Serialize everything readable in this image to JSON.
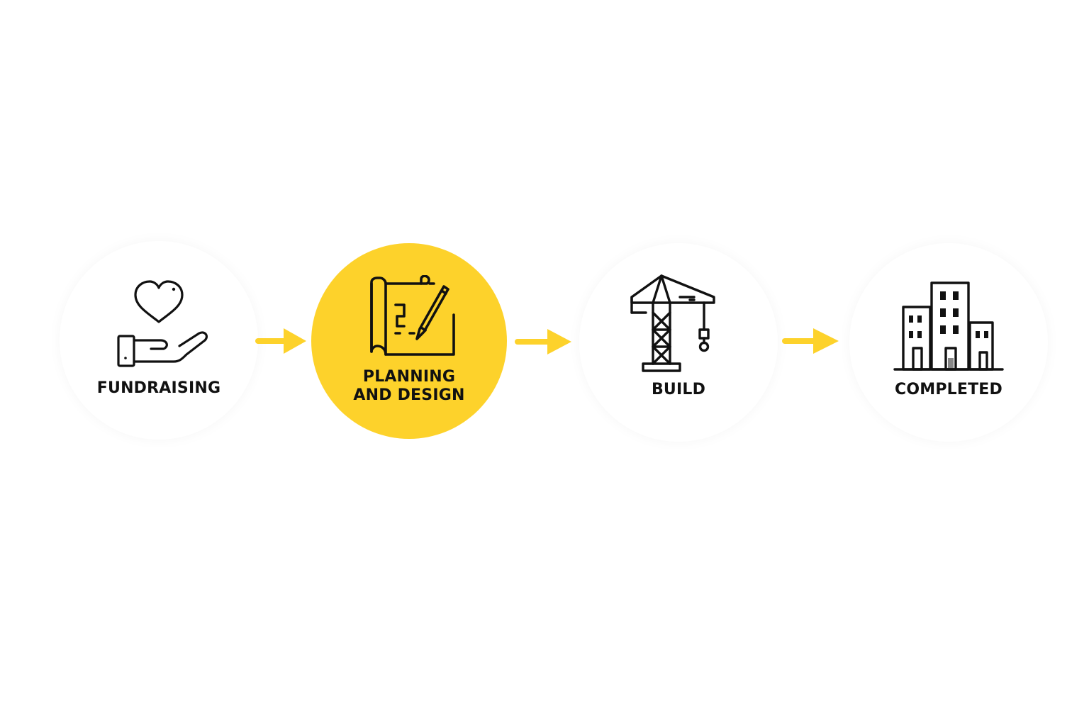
{
  "accent_color": "#FDD22B",
  "arrow_color": "#FDD22B",
  "steps": [
    {
      "label": "FUNDRAISING",
      "icon": "hand-heart-icon",
      "active": false
    },
    {
      "label_line1": "PLANNING",
      "label_line2": "AND DESIGN",
      "icon": "blueprint-pencil-icon",
      "active": true
    },
    {
      "label": "BUILD",
      "icon": "crane-icon",
      "active": false
    },
    {
      "label": "COMPLETED",
      "icon": "buildings-icon",
      "active": false
    }
  ]
}
